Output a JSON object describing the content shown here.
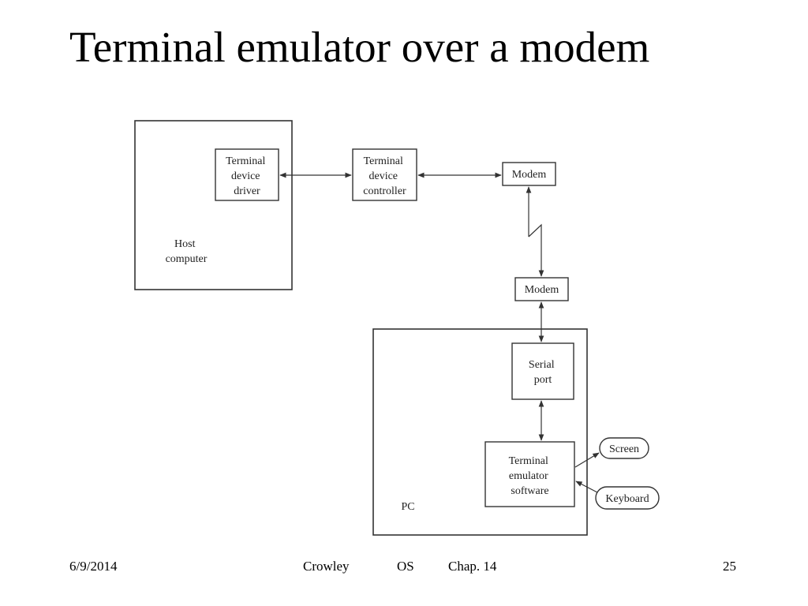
{
  "slide": {
    "title": "Terminal emulator over a modem"
  },
  "diagram": {
    "host_label": [
      "Host",
      "computer"
    ],
    "pc_label": "PC",
    "terminal_device_driver": [
      "Terminal",
      "device",
      "driver"
    ],
    "terminal_device_controller": [
      "Terminal",
      "device",
      "controller"
    ],
    "modem_top": "Modem",
    "modem_bottom": "Modem",
    "serial_port": [
      "Serial",
      "port"
    ],
    "terminal_emulator_software": [
      "Terminal",
      "emulator",
      "software"
    ],
    "screen": "Screen",
    "keyboard": "Keyboard"
  },
  "footer": {
    "date": "6/9/2014",
    "author": "Crowley",
    "course": "OS",
    "chapter": "Chap. 14",
    "page": "25"
  }
}
